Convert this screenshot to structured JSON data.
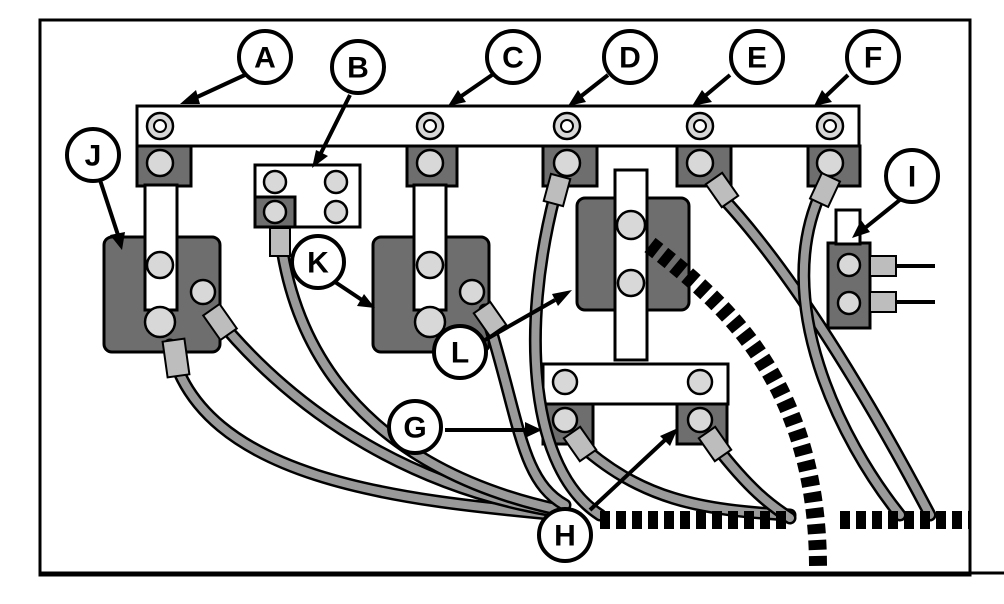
{
  "callouts": [
    {
      "id": "A",
      "label": "A"
    },
    {
      "id": "B",
      "label": "B"
    },
    {
      "id": "C",
      "label": "C"
    },
    {
      "id": "D",
      "label": "D"
    },
    {
      "id": "E",
      "label": "E"
    },
    {
      "id": "F",
      "label": "F"
    },
    {
      "id": "G",
      "label": "G"
    },
    {
      "id": "H",
      "label": "H"
    },
    {
      "id": "I",
      "label": "I"
    },
    {
      "id": "J",
      "label": "J"
    },
    {
      "id": "K",
      "label": "K"
    },
    {
      "id": "L",
      "label": "L"
    }
  ],
  "colors": {
    "line": "#000000",
    "background": "#ffffff",
    "solenoid_body": "#6e6e6e",
    "cable_fill": "#9a9a9a",
    "nut_fill": "#d8d8d8"
  },
  "icons": {
    "nut": "hex-nut-icon",
    "solenoid": "solenoid-icon",
    "cable": "cable-icon"
  }
}
